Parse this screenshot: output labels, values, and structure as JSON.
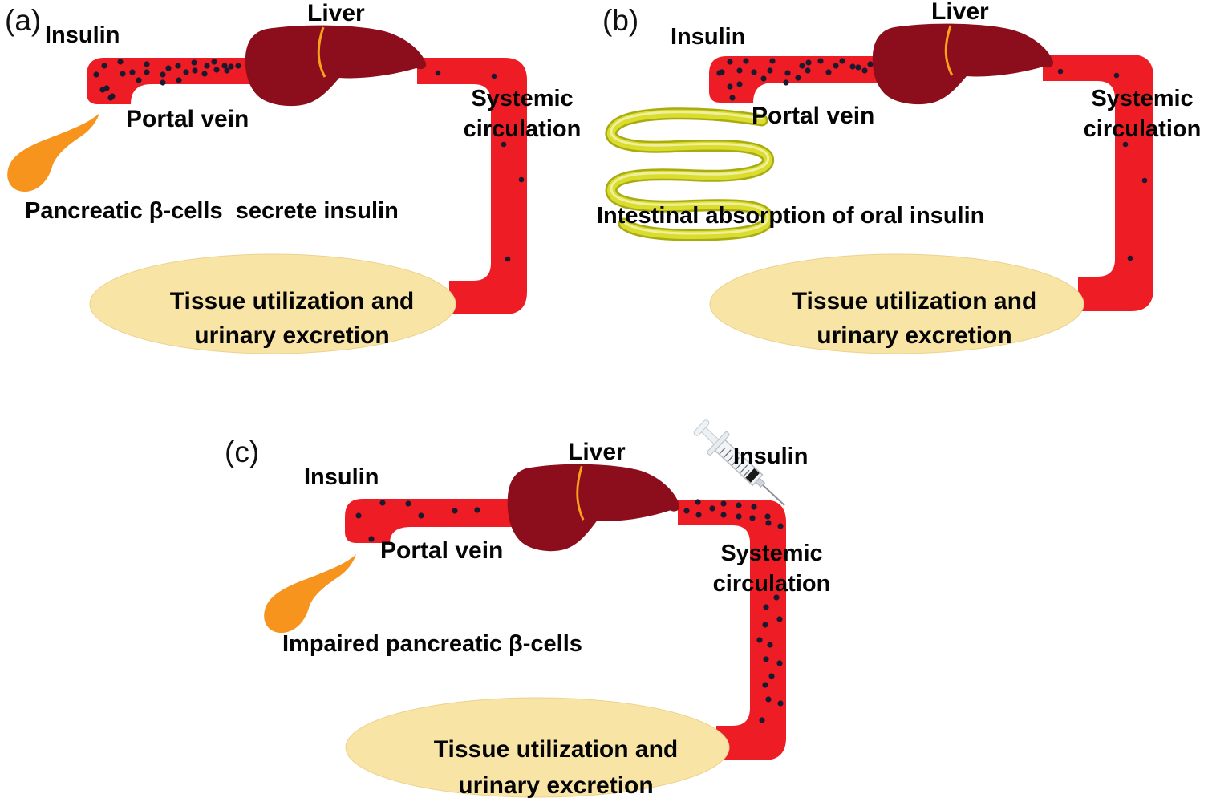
{
  "figure": {
    "title": "Insulin circulation pathways diagram",
    "colors": {
      "background": "#ffffff",
      "vessel": "#ED1C25",
      "liver": "#8C0D1C",
      "liver_line": "#F9A21B",
      "pancreas": "#F7941E",
      "intestine_outline": "#A9AC11",
      "intestine": "#DADC2E",
      "intestine_highlight": "#F2F3B0",
      "ellipse": "#F8E5A6",
      "ellipse_edge": "#ECD28E",
      "dot": "#191930",
      "text": "#050505"
    },
    "panels": [
      {
        "id": "a",
        "label": "(a)",
        "insulin_label": "Insulin",
        "liver_label": "Liver",
        "portal_vein_label": "Portal vein",
        "caption": "Pancreatic β-cells  secrete insulin",
        "systemic_line1": "Systemic",
        "systemic_line2": "circulation",
        "ellipse_line1": "Tissue utilization and",
        "ellipse_line2": "urinary excretion",
        "portal_dots": [
          [
            120,
            93
          ],
          [
            130,
            82
          ],
          [
            133,
            110
          ],
          [
            140,
            120
          ],
          [
            150,
            77
          ],
          [
            153,
            92
          ],
          [
            165,
            90
          ],
          [
            173,
            100
          ],
          [
            183,
            80
          ],
          [
            183,
            90
          ],
          [
            203,
            93
          ],
          [
            203,
            103
          ],
          [
            210,
            85
          ],
          [
            222,
            82
          ],
          [
            223,
            100
          ],
          [
            232,
            90
          ],
          [
            242,
            78
          ],
          [
            243,
            88
          ],
          [
            255,
            92
          ],
          [
            258,
            82
          ],
          [
            267,
            77
          ],
          [
            270,
            87
          ],
          [
            280,
            82
          ],
          [
            283,
            88
          ],
          [
            288,
            83
          ],
          [
            297,
            82
          ],
          [
            128,
            112
          ],
          [
            138,
            122
          ]
        ],
        "systemic_dots": [
          [
            546,
            91
          ],
          [
            616,
            95
          ],
          [
            628,
            180
          ],
          [
            650,
            224
          ],
          [
            633,
            323
          ]
        ]
      },
      {
        "id": "b",
        "label": "(b)",
        "insulin_label": "Insulin",
        "liver_label": "Liver",
        "portal_vein_label": "Portal vein",
        "caption": "Intestinal absorption of oral insulin",
        "systemic_line1": "Systemic",
        "systemic_line2": "circulation",
        "ellipse_line1": "Tissue utilization and",
        "ellipse_line2": "urinary excretion",
        "portal_dots": [
          [
            910,
            77
          ],
          [
            930,
            76
          ],
          [
            963,
            76
          ],
          [
            1000,
            82
          ],
          [
            1008,
            78
          ],
          [
            1023,
            76
          ],
          [
            1042,
            82
          ],
          [
            1050,
            76
          ],
          [
            1063,
            83
          ],
          [
            1070,
            84
          ],
          [
            900,
            90
          ],
          [
            922,
            88
          ],
          [
            940,
            90
          ],
          [
            960,
            88
          ],
          [
            982,
            91
          ],
          [
            995,
            97
          ],
          [
            1007,
            88
          ],
          [
            1033,
            90
          ],
          [
            910,
            108
          ],
          [
            922,
            105
          ],
          [
            952,
            98
          ],
          [
            980,
            103
          ],
          [
            913,
            122
          ],
          [
            897,
            91
          ],
          [
            1085,
            80
          ],
          [
            1078,
            88
          ]
        ],
        "systemic_dots": [
          [
            1322,
            89
          ],
          [
            1392,
            94
          ],
          [
            1403,
            180
          ],
          [
            1427,
            225
          ],
          [
            1409,
            322
          ]
        ]
      },
      {
        "id": "c",
        "label": "(c)",
        "insulin_label": "Insulin",
        "insulin_injection_label": "Insulin",
        "liver_label": "Liver",
        "portal_vein_label": "Portal vein",
        "caption": "Impaired pancreatic β-cells",
        "systemic_line1": "Systemic",
        "systemic_line2": "circulation",
        "ellipse_line1": "Tissue utilization and",
        "ellipse_line2": "urinary excretion",
        "portal_dots": [
          [
            477,
            627
          ],
          [
            509,
            628
          ],
          [
            447,
            643
          ],
          [
            525,
            643
          ],
          [
            567,
            637
          ],
          [
            595,
            636
          ],
          [
            463,
            672
          ]
        ],
        "systemic_dots": [
          [
            856,
            637
          ],
          [
            870,
            626
          ],
          [
            871,
            642
          ],
          [
            888,
            634
          ],
          [
            902,
            628
          ],
          [
            902,
            642
          ],
          [
            921,
            630
          ],
          [
            921,
            644
          ],
          [
            940,
            632
          ],
          [
            938,
            646
          ],
          [
            957,
            644
          ],
          [
            958,
            652
          ],
          [
            973,
            656
          ],
          [
            968,
            745
          ],
          [
            955,
            757
          ],
          [
            972,
            772
          ],
          [
            954,
            779
          ],
          [
            947,
            798
          ],
          [
            960,
            804
          ],
          [
            955,
            822
          ],
          [
            972,
            827
          ],
          [
            962,
            843
          ],
          [
            954,
            854
          ],
          [
            958,
            872
          ],
          [
            973,
            877
          ],
          [
            950,
            898
          ]
        ]
      }
    ]
  }
}
